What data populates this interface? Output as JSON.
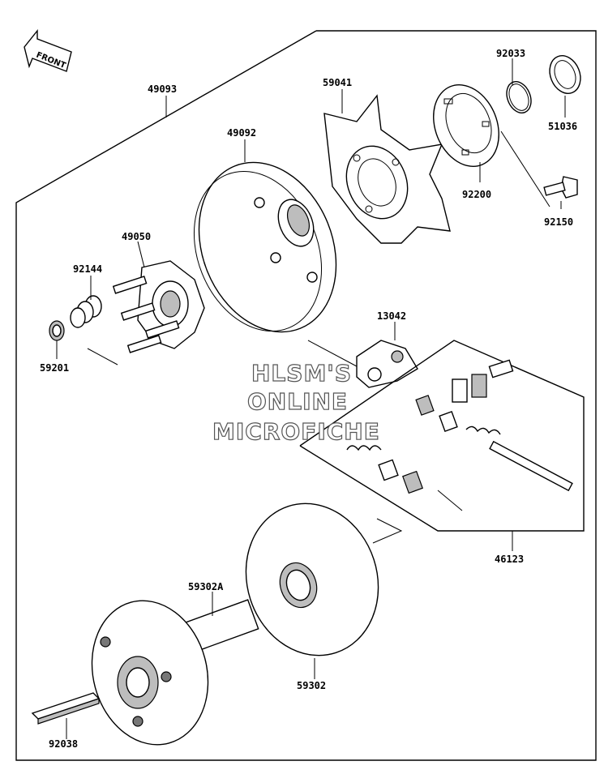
{
  "direction_label": "FRONT",
  "watermark": {
    "line1": "HLSM'S",
    "line2": "ONLINE",
    "line3": "MICROFICHE"
  },
  "parts": {
    "p49093": "49093",
    "p59041": "59041",
    "p92033": "92033",
    "p51036": "51036",
    "p49092": "49092",
    "p92200": "92200",
    "p92150": "92150",
    "p49050": "49050",
    "p92144": "92144",
    "p59201": "59201",
    "p13042": "13042",
    "p46123": "46123",
    "p59302A": "59302A",
    "p59302": "59302",
    "p92038": "92038"
  }
}
